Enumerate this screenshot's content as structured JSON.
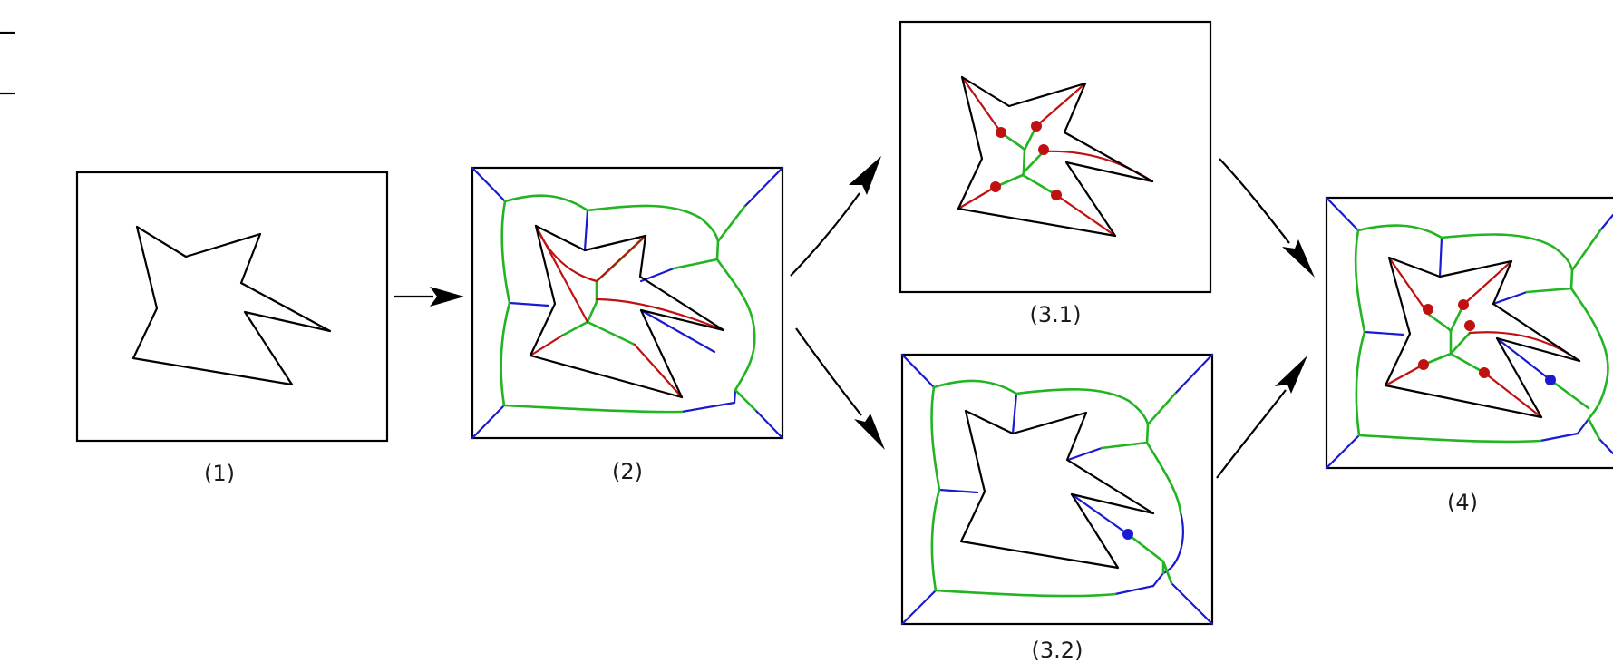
{
  "panels": [
    {
      "id": "p1",
      "label": "(1)"
    },
    {
      "id": "p2",
      "label": "(2)"
    },
    {
      "id": "p31",
      "label": "(3.1)"
    },
    {
      "id": "p32",
      "label": "(3.2)"
    },
    {
      "id": "p4",
      "label": "(4)"
    }
  ],
  "colors": {
    "polygon": "#000000",
    "skeleton_green": "#22b422",
    "skeleton_red": "#c01010",
    "skeleton_blue": "#1a1ad0"
  }
}
